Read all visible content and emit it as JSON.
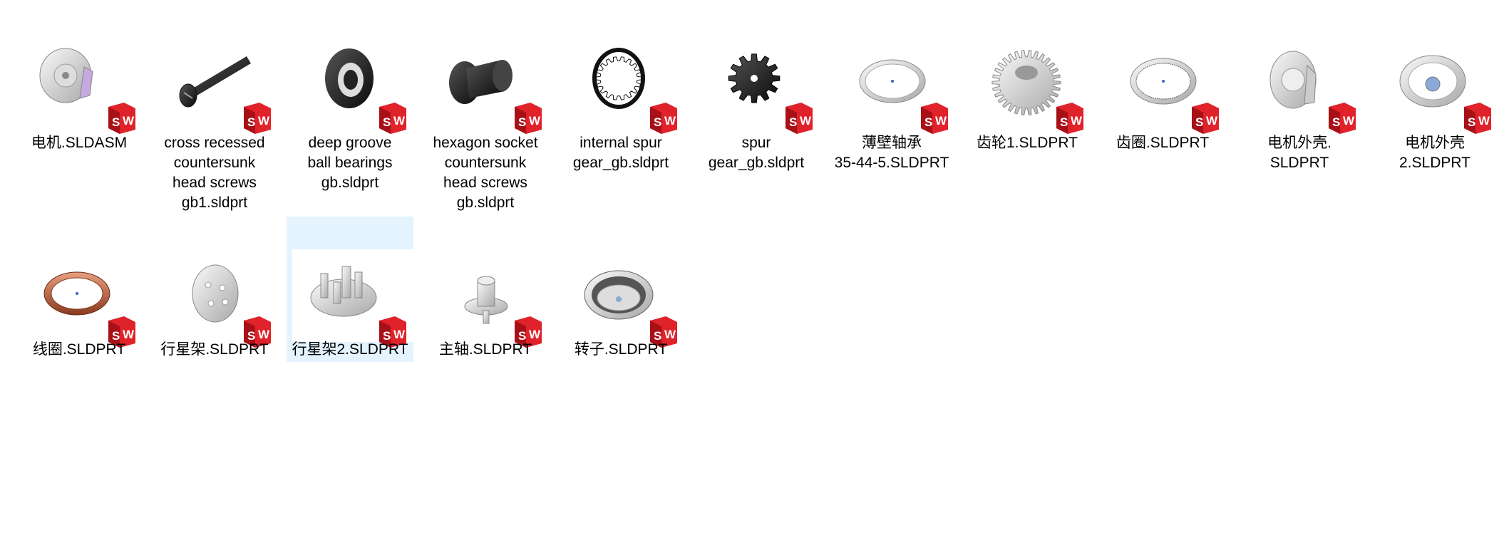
{
  "files": [
    {
      "name": "电机.SLDASM",
      "shape": "motor-assembly"
    },
    {
      "name": "cross recessed\ncountersunk\nhead screws\ngb1.sldprt",
      "shape": "screw"
    },
    {
      "name": "deep groove\nball bearings\ngb.sldprt",
      "shape": "bearing"
    },
    {
      "name": "hexagon socket\ncountersunk\nhead screws\ngb.sldprt",
      "shape": "hex-screw"
    },
    {
      "name": "internal spur\ngear_gb.sldprt",
      "shape": "internal-gear"
    },
    {
      "name": "spur\ngear_gb.sldprt",
      "shape": "spur-gear"
    },
    {
      "name": "薄壁轴承\n35-44-5.SLDPRT",
      "shape": "thin-bearing"
    },
    {
      "name": "齿轮1.SLDPRT",
      "shape": "gear1"
    },
    {
      "name": "齿圈.SLDPRT",
      "shape": "ring-gear"
    },
    {
      "name": "电机外壳.\nSLDPRT",
      "shape": "housing"
    },
    {
      "name": "电机外壳\n2.SLDPRT",
      "shape": "housing2"
    },
    {
      "name": "线圈.SLDPRT",
      "shape": "coil"
    },
    {
      "name": "行星架.SLDPRT",
      "shape": "carrier"
    },
    {
      "name": "行星架2.SLDPRT",
      "shape": "carrier2",
      "selected": true
    },
    {
      "name": "主轴.SLDPRT",
      "shape": "shaft"
    },
    {
      "name": "转子.SLDPRT",
      "shape": "rotor"
    }
  ],
  "badge": {
    "text": "SW",
    "color": "#e0222a"
  },
  "colors": {
    "selection": "#e5f3ff"
  }
}
